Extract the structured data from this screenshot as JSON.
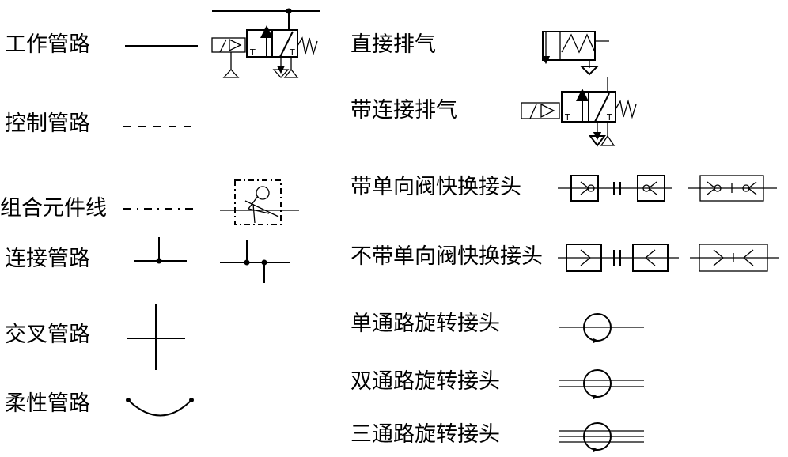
{
  "left_symbols": {
    "work_line": "工作管路",
    "control_line": "控制管路",
    "assembly_line": "组合元件线",
    "connected_lines": "连接管路",
    "crossing_lines": "交叉管路",
    "flexible_line": "柔性管路"
  },
  "right_symbols": {
    "direct_exhaust": "直接排气",
    "exhaust_with_connection": "带连接排气",
    "quick_coupling_with_check_valve": "带单向阀快换接头",
    "quick_coupling_without_check_valve": "不带单向阀快换接头",
    "single_passage_rotary_joint": "单通路旋转接头",
    "double_passage_rotary_joint": "双通路旋转接头",
    "triple_passage_rotary_joint": "三通路旋转接头"
  },
  "valve_port_label": "T"
}
